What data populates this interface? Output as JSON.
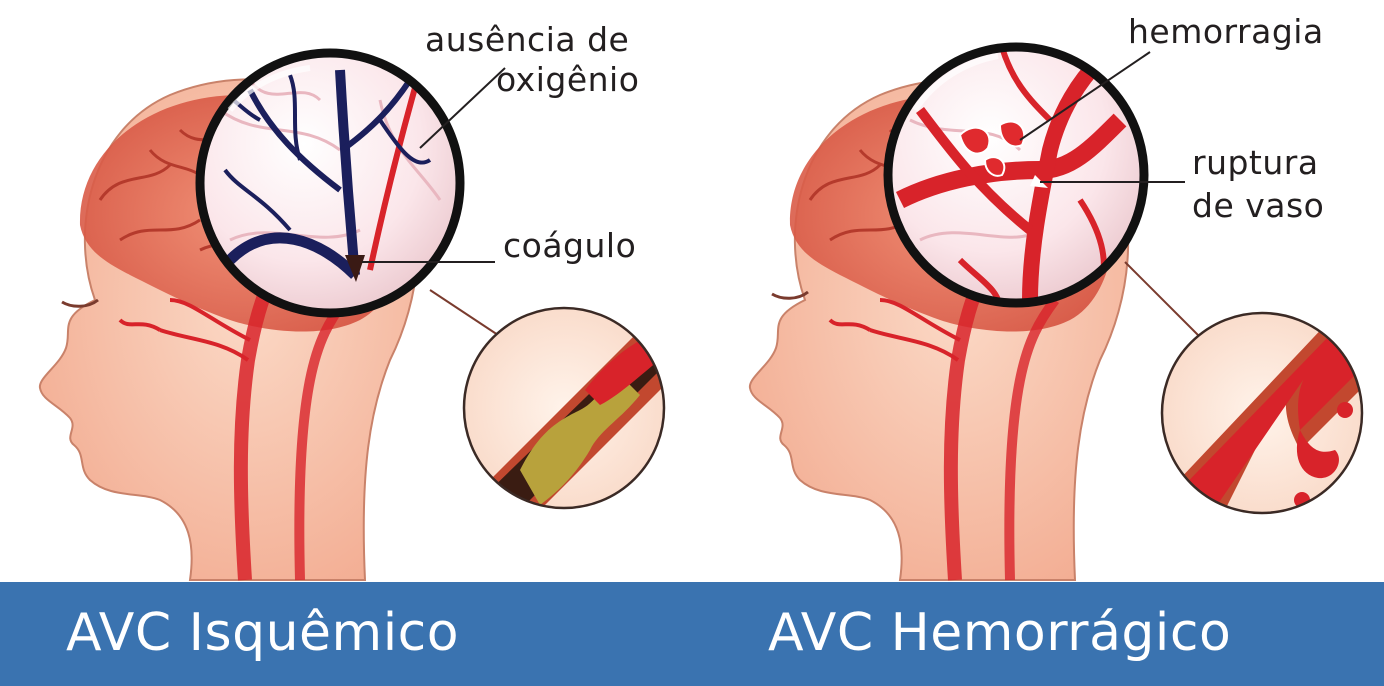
{
  "left_panel": {
    "title": "AVC Isquêmico",
    "labels": {
      "line1": "ausência de",
      "line2": "oxigênio",
      "clot": "coágulo"
    }
  },
  "right_panel": {
    "title": "AVC Hemorrágico",
    "labels": {
      "hemorrhage": "hemorragia",
      "rupture_line1": "ruptura",
      "rupture_line2": "de vaso"
    }
  },
  "colors": {
    "banner": "#3a73b0",
    "skin": "#f6c2a8",
    "brain": "#e36a55",
    "artery": "#d8232a",
    "clot_vessel": "#1b1f5c",
    "plaque": "#b8a23c"
  }
}
